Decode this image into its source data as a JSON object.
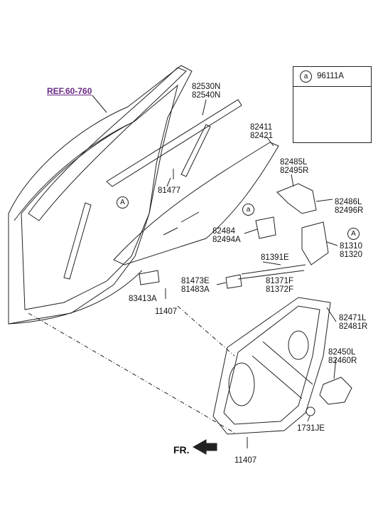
{
  "ref_link": "REF.60-760",
  "circle_marker": "a",
  "callout_marker": "A",
  "orientation_label": "FR.",
  "security_box": {
    "marker": "a",
    "part_number": "96111A"
  },
  "parts": {
    "p82530N": "82530N",
    "p82540N": "82540N",
    "p82411": "82411",
    "p82421": "82421",
    "p82485L": "82485L",
    "p82495R": "82495R",
    "p81477": "81477",
    "p82486L": "82486L",
    "p82496R": "82496R",
    "p82484": "82484",
    "p82494A": "82494A",
    "p81310": "81310",
    "p81320": "81320",
    "p81391E": "81391E",
    "p81473E": "81473E",
    "p81483A": "81483A",
    "p81371F": "81371F",
    "p81372F": "81372F",
    "p83413A": "83413A",
    "p11407_upper": "11407",
    "p82471L": "82471L",
    "p82481R": "82481R",
    "p82450L": "82450L",
    "p82460R": "82460R",
    "p1731JE": "1731JE",
    "p11407_lower": "11407"
  }
}
